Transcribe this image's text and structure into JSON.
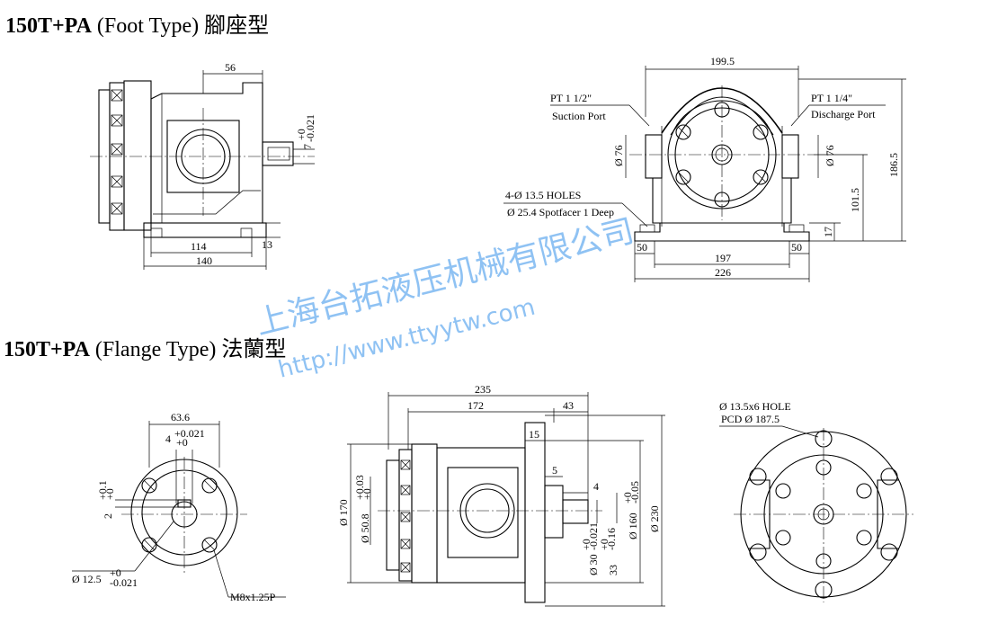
{
  "headings": {
    "foot": {
      "model": "150T+PA",
      "type": " (Foot Type) ",
      "cn": "腳座型"
    },
    "flange": {
      "model": "150T+PA",
      "type": " (Flange Type) ",
      "cn": "法蘭型"
    }
  },
  "watermark": {
    "company": "上海台拓液压机械有限公司",
    "url": "http://www.ttyytw.com"
  },
  "foot_side": {
    "d56": "56",
    "shaft_tol_top": "+0",
    "shaft_tol_bot": "-0.021",
    "shaft_dia": "7",
    "d114": "114",
    "d140": "140",
    "d13": "13"
  },
  "foot_front": {
    "d199": "199.5",
    "suction_size": "PT 1 1/2\"",
    "suction_label": "Suction Port",
    "discharge_size": "PT 1 1/4\"",
    "discharge_label": "Discharge Port",
    "port_left": "Ø 76",
    "port_right": "Ø 76",
    "d186": "186.5",
    "d101": "101.5",
    "d17": "17",
    "holes": "4-Ø 13.5 HOLES",
    "spotface": "Ø 25.4 Spotfacer 1 Deep",
    "d50l": "50",
    "d197": "197",
    "d50r": "50",
    "d226": "226"
  },
  "flange_shaft": {
    "d63": "63.6",
    "key_w": "4",
    "key_tol_top": "+0.021",
    "key_tol_bot": "+0",
    "key_h": "2",
    "h_tol_top": "+0.1",
    "h_tol_bot": "+0",
    "shaft_dia": "Ø 12.5",
    "sd_tol_top": "+0",
    "sd_tol_bot": "-0.021",
    "thread": "M8x1.25P"
  },
  "flange_side": {
    "d235": "235",
    "d172": "172",
    "d43": "43",
    "d15": "15",
    "d5": "5",
    "d4": "4",
    "d170": "Ø 170",
    "d508": "Ø 50.8",
    "d508_tol_top": "+0.03",
    "d508_tol_bot": "+0",
    "d30": "Ø 30",
    "d30_tol_top": "+0",
    "d30_tol_bot": "-0.021",
    "d33": "33",
    "d33_tol_top": "+0",
    "d33_tol_bot": "-0.16",
    "d160": "Ø 160",
    "d160_tol_top": "+0",
    "d160_tol_bot": "-0.05",
    "d230": "Ø 230"
  },
  "flange_front": {
    "hole_spec": "Ø 13.5x6 HOLE",
    "pcd": "PCD Ø 187.5"
  }
}
